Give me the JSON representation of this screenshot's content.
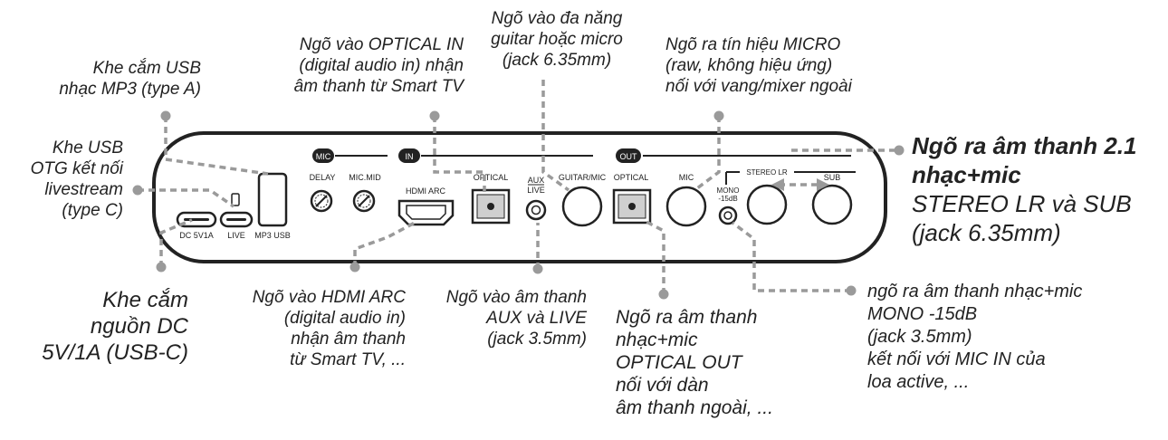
{
  "device": {
    "port_labels": {
      "dc": "DC 5V1A",
      "live": "LIVE",
      "mp3usb": "MP3 USB",
      "mic_badge": "MIC",
      "delay": "DELAY",
      "micmid": "MIC.MID",
      "in_badge": "IN",
      "hdmi": "HDMI ARC",
      "optical_in": "OPTICAL",
      "aux": "AUX",
      "live2": "LIVE",
      "guitar": "GUITAR/MIC",
      "out_badge": "OUT",
      "optical_out": "OPTICAL",
      "mic_out": "MIC",
      "mono": "MONO",
      "mono_db": "-15dB",
      "stereo": "STEREO LR",
      "sub": "SUB"
    }
  },
  "callouts": {
    "usb_mp3": [
      "Khe cắm USB",
      "nhạc MP3 (type A)"
    ],
    "usb_otg": [
      "Khe USB",
      "OTG kết nối",
      "livestream",
      "(type C)"
    ],
    "dc_power": [
      "Khe cắm",
      "nguồn DC",
      "5V/1A (USB-C)"
    ],
    "optical_in": [
      "Ngõ vào OPTICAL IN",
      "(digital audio in) nhận",
      "âm thanh từ Smart TV"
    ],
    "guitar_mic": [
      "Ngõ vào đa năng",
      "guitar hoặc micro",
      "(jack 6.35mm)"
    ],
    "mic_out": [
      "Ngõ ra tín hiệu MICRO",
      "(raw, không hiệu ứng)",
      "nối với vang/mixer ngoài"
    ],
    "out21_title": [
      "Ngõ ra âm thanh 2.1",
      "nhạc+mic"
    ],
    "out21_sub": [
      "STEREO LR và SUB",
      "(jack 6.35mm)"
    ],
    "hdmi_arc": [
      "Ngõ vào HDMI ARC",
      "(digital audio in)",
      "nhận âm thanh",
      "từ Smart TV, ..."
    ],
    "aux_live": [
      "Ngõ vào âm thanh",
      "AUX và LIVE",
      "(jack 3.5mm)"
    ],
    "optical_out": [
      "Ngõ ra âm thanh",
      "nhạc+mic",
      "OPTICAL OUT",
      "nối với dàn",
      "âm thanh ngoài, ..."
    ],
    "mono_out": [
      "ngõ ra âm thanh nhạc+mic",
      "MONO -15dB",
      "(jack 3.5mm)",
      "kết nối với MIC IN của",
      "loa active, ..."
    ]
  },
  "colors": {
    "panel_stroke": "#222222",
    "leader": "#9a9a9a",
    "port": "#222222",
    "badge_bg": "#222222",
    "badge_text": "#ffffff"
  }
}
